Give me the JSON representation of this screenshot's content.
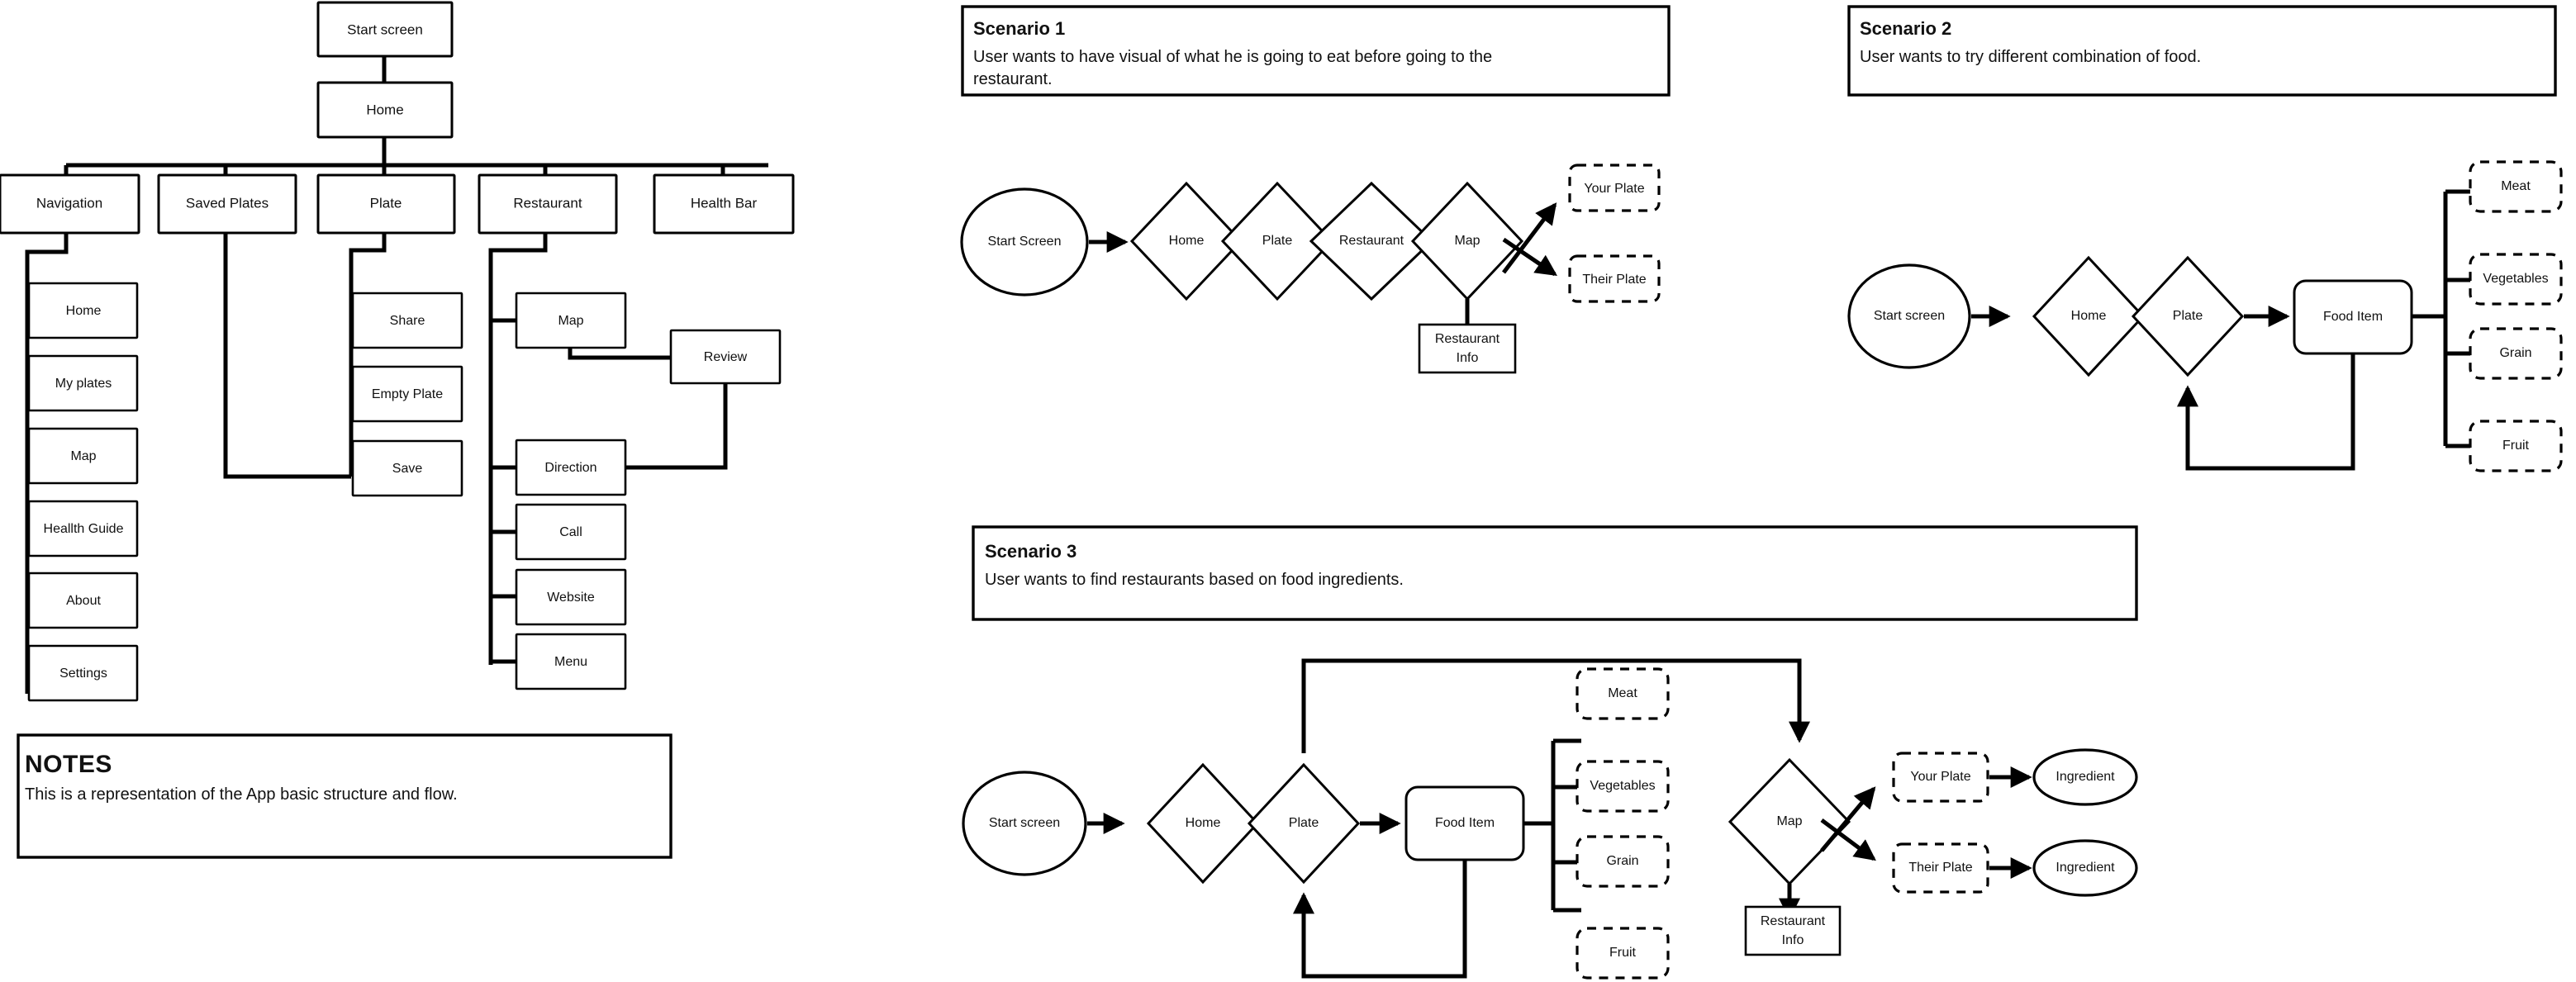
{
  "sitemap": {
    "root": "Start screen",
    "level2": "Home",
    "level3": [
      "Navigation",
      "Saved Plates",
      "Plate",
      "Restaurant",
      "Health Bar"
    ],
    "navigation_children": [
      "Home",
      "My plates",
      "Map",
      "Heallth Guide",
      "About",
      "Settings"
    ],
    "plate_children": [
      "Share",
      "Empty Plate",
      "Save"
    ],
    "restaurant_children": [
      "Map",
      "Direction",
      "Call",
      "Website",
      "Menu"
    ],
    "restaurant_extra": "Review"
  },
  "notes": {
    "title": "NOTES",
    "body": "This is a representation of the App basic structure and flow."
  },
  "scenario1": {
    "title": "Scenario 1",
    "body_line1": "User wants to have visual of what he is going to eat before going to the",
    "body_line2": "restaurant.",
    "start": "Start Screen",
    "steps": [
      "Home",
      "Plate",
      "Restaurant",
      "Map"
    ],
    "outputs": [
      "Your Plate",
      "Their Plate"
    ],
    "info_line1": "Restaurant",
    "info_line2": "Info"
  },
  "scenario2": {
    "title": "Scenario 2",
    "body_line1": "User wants to try different combination of food.",
    "start": "Start screen",
    "steps": [
      "Home",
      "Plate"
    ],
    "food_item": "Food Item",
    "ingredients": [
      "Meat",
      "Vegetables",
      "Grain",
      "Fruit"
    ]
  },
  "scenario3": {
    "title": "Scenario 3",
    "body_line1": "User wants to find restaurants based on food ingredients.",
    "start": "Start screen",
    "steps": [
      "Home",
      "Plate"
    ],
    "food_item": "Food Item",
    "ingredients": [
      "Meat",
      "Vegetables",
      "Grain",
      "Fruit"
    ],
    "map": "Map",
    "info_line1": "Restaurant",
    "info_line2": "Info",
    "plates": [
      "Your Plate",
      "Their Plate"
    ],
    "ingredient_labels": [
      "Ingredient",
      "Ingredient"
    ]
  },
  "colors": {
    "stroke": "#000000",
    "fill": "#ffffff",
    "text": "#111111"
  }
}
